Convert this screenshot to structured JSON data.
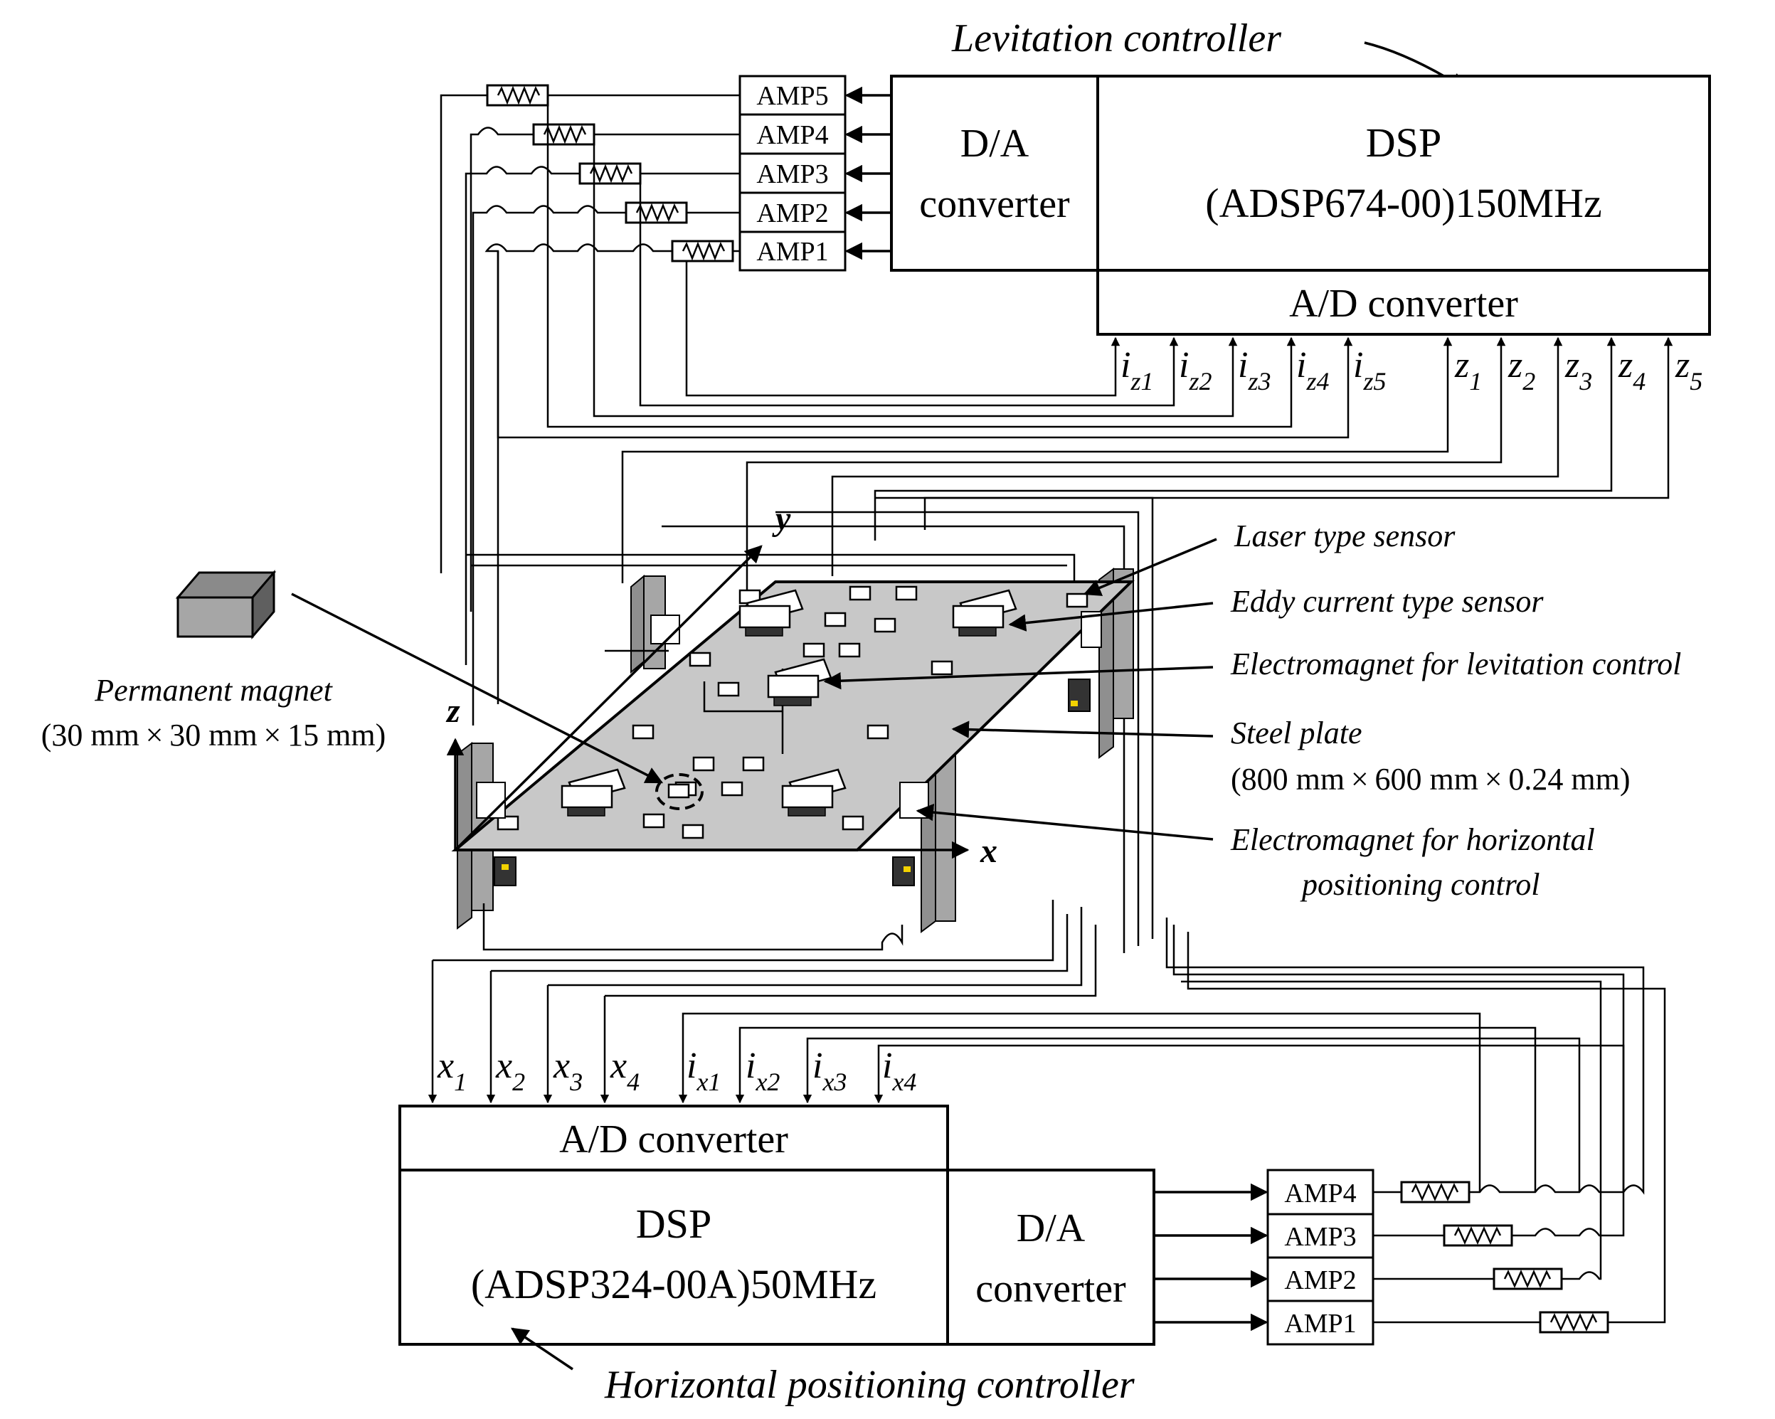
{
  "titles": {
    "levitation": "Levitation controller",
    "horizontal": "Horizontal positioning controller"
  },
  "levitation_controller": {
    "da_line1": "D/A",
    "da_line2": "converter",
    "dsp_line1": "DSP",
    "dsp_line2": "(ADSP674-00)150MHz",
    "ad": "A/D converter",
    "amps": [
      "AMP5",
      "AMP4",
      "AMP3",
      "AMP2",
      "AMP1"
    ],
    "current_inputs": [
      {
        "base": "i",
        "sub": "z1"
      },
      {
        "base": "i",
        "sub": "z2"
      },
      {
        "base": "i",
        "sub": "z3"
      },
      {
        "base": "i",
        "sub": "z4"
      },
      {
        "base": "i",
        "sub": "z5"
      }
    ],
    "gap_inputs": [
      {
        "base": "z",
        "sub": "1"
      },
      {
        "base": "z",
        "sub": "2"
      },
      {
        "base": "z",
        "sub": "3"
      },
      {
        "base": "z",
        "sub": "4"
      },
      {
        "base": "z",
        "sub": "5"
      }
    ]
  },
  "horizontal_controller": {
    "ad": "A/D converter",
    "dsp_line1": "DSP",
    "dsp_line2": "(ADSP324-00A)50MHz",
    "da_line1": "D/A",
    "da_line2": "converter",
    "amps": [
      "AMP4",
      "AMP3",
      "AMP2",
      "AMP1"
    ],
    "inputs": [
      {
        "base": "x",
        "sub": "1"
      },
      {
        "base": "x",
        "sub": "2"
      },
      {
        "base": "x",
        "sub": "3"
      },
      {
        "base": "x",
        "sub": "4"
      },
      {
        "base": "i",
        "sub": "x1"
      },
      {
        "base": "i",
        "sub": "x2"
      },
      {
        "base": "i",
        "sub": "x3"
      },
      {
        "base": "i",
        "sub": "x4"
      }
    ]
  },
  "axes": {
    "x": "x",
    "y": "y",
    "z": "z"
  },
  "labels": {
    "laser": "Laser type sensor",
    "eddy": "Eddy current type sensor",
    "em_lev": "Electromagnet for levitation control",
    "steel": "Steel plate",
    "steel_dims": "(800 mm × 600 mm × 0.24 mm)",
    "em_hor1": "Electromagnet for horizontal",
    "em_hor2": "positioning control",
    "pm": "Permanent magnet",
    "pm_dims": "(30 mm × 30 mm × 15 mm)"
  },
  "colors": {
    "plate": "#c8c8c8",
    "magnet": "#a6a6a6",
    "sensor_mark": "#f2d200"
  }
}
